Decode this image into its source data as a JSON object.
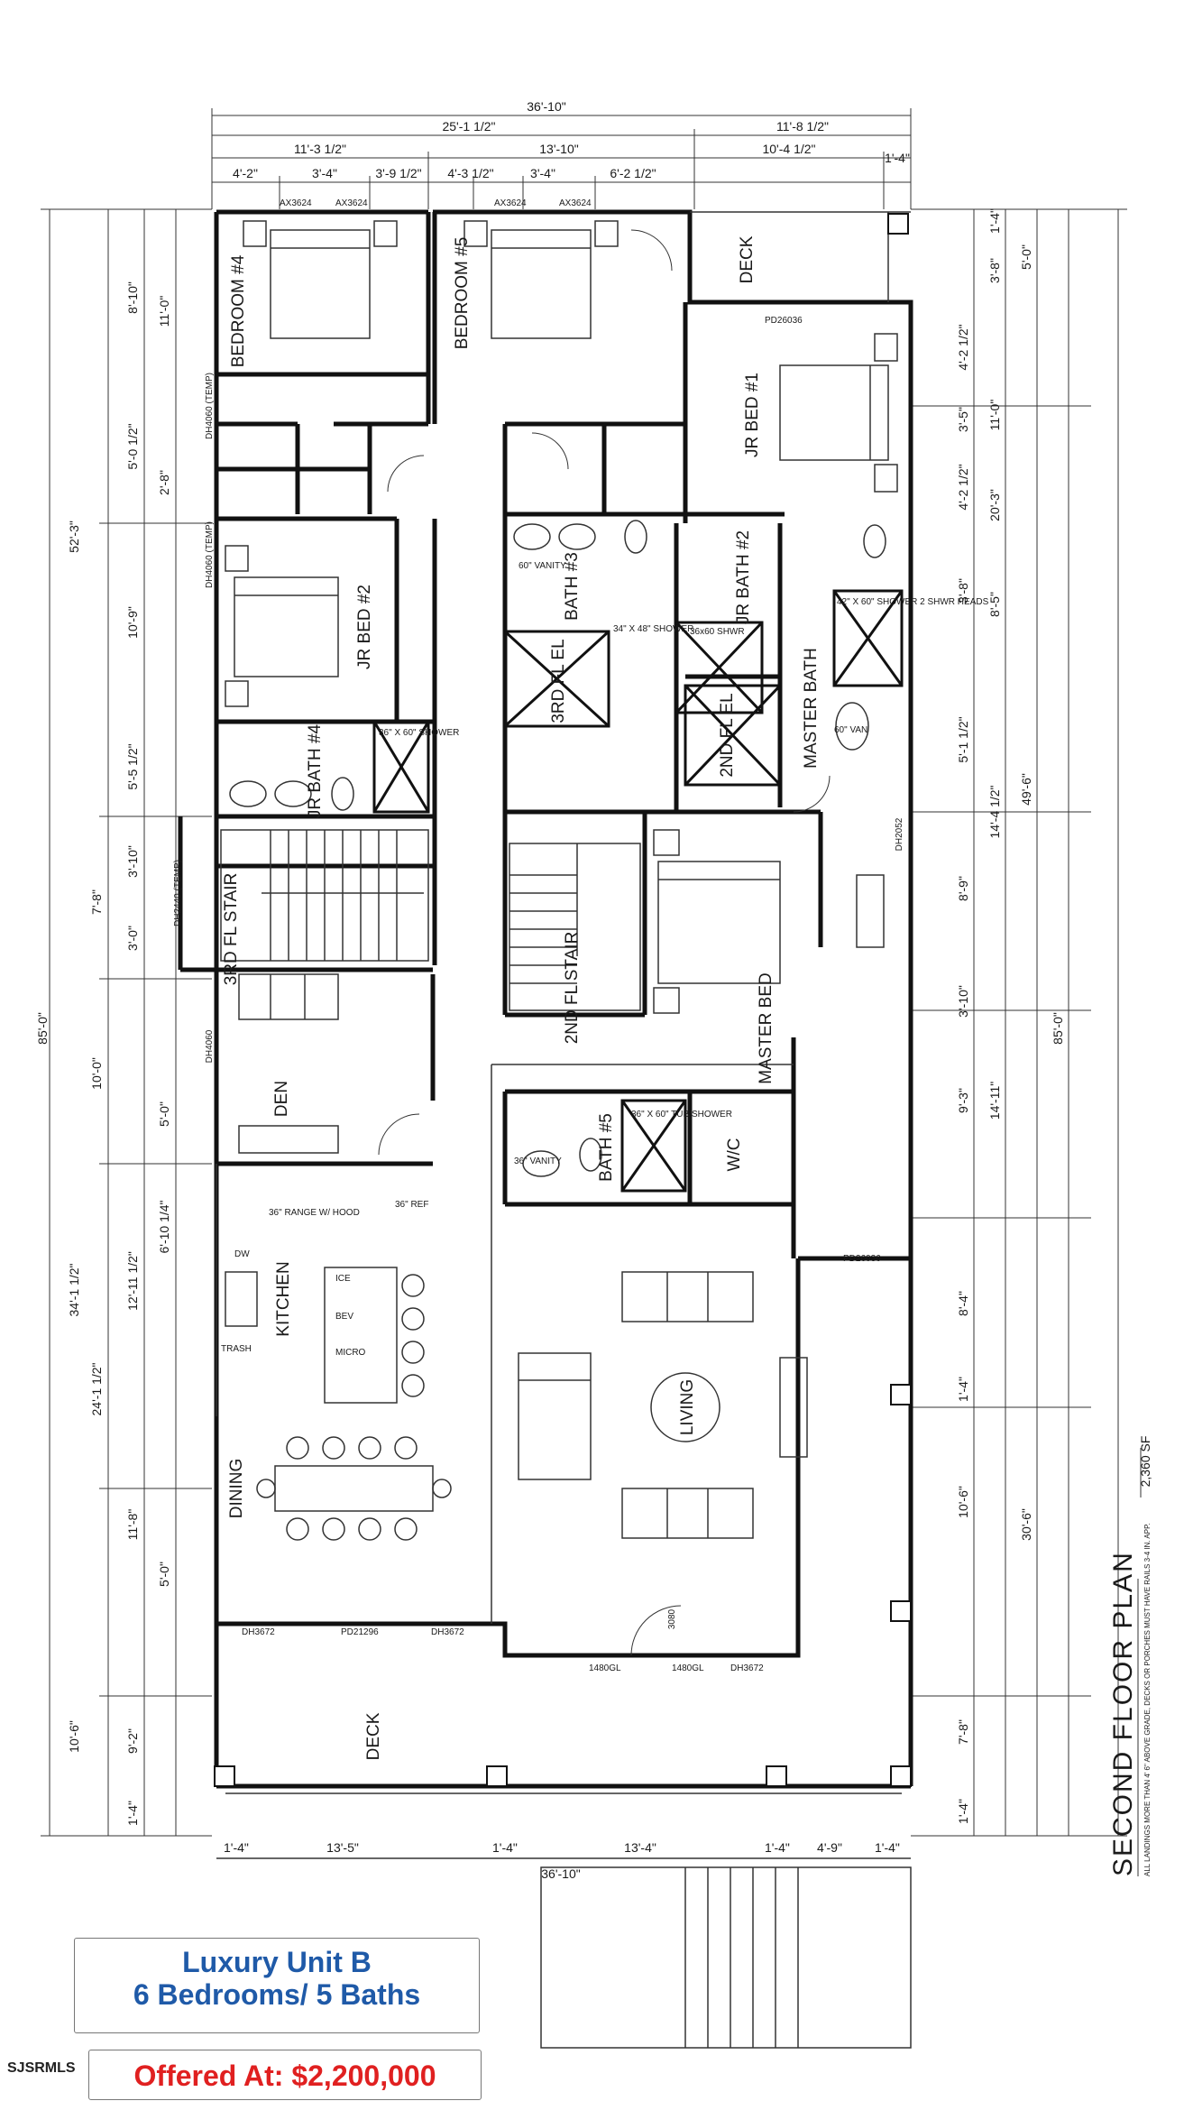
{
  "plan": {
    "title": "SECOND FLOOR PLAN",
    "area": "2,360 SF",
    "note": "ALL LANDINGS MORE THAN 4' 6\" ABOVE GRADE, DECKS OR PORCHES MUST HAVE RAILS 3-4 IN. APP.",
    "overall_width": "36'-10\"",
    "overall_depth": "85'-0\"",
    "top_dims": [
      "25'-1 1/2\"",
      "11'-8 1/2\"",
      "11'-3 1/2\"",
      "13'-10\"",
      "10'-4 1/2\"",
      "1'-4\"",
      "4'-2\"",
      "3'-4\"",
      "3'-9 1/2\"",
      "4'-3 1/2\"",
      "3'-4\"",
      "6'-2 1/2\""
    ],
    "bottom_dims": [
      "1'-4\"",
      "13'-5\"",
      "1'-4\"",
      "13'-4\"",
      "1'-4\"",
      "4'-9\"",
      "1'-4\""
    ],
    "left_dims": [
      "8'-10\"",
      "11'-0\"",
      "5'-0 1/2\"",
      "2'-8\"",
      "10'-9\"",
      "5'-5 1/2\"",
      "3'-10\"",
      "7'-8\"",
      "3'-0\"",
      "10'-0\"",
      "5'-0\"",
      "6'-10 1/4\"",
      "12'-11 1/2\"",
      "24'-1 1/2\"",
      "11'-8\"",
      "5'-0\"",
      "10'-6\"",
      "9'-2\"",
      "52'-3\"",
      "34'-1 1/2\"",
      "85'-0\"",
      "1'-4\""
    ],
    "right_dims": [
      "5'-0\"",
      "1'-4\"",
      "3'-8\"",
      "4'-2 1/2\"",
      "3'-5\"",
      "11'-0\"",
      "4'-2 1/2\"",
      "20'-3\"",
      "3'-8\"",
      "8'-5\"",
      "5'-1 1/2\"",
      "49'-6\"",
      "14'-4 1/2\"",
      "8'-9\"",
      "3'-10\"",
      "9'-3\"",
      "14'-11\"",
      "8'-4\"",
      "1'-4\"",
      "10'-6\"",
      "30'-6\"",
      "7'-8\"",
      "1'-4\"",
      "85'-0\""
    ],
    "rooms": [
      {
        "label": "BEDROOM #4"
      },
      {
        "label": "BEDROOM #5"
      },
      {
        "label": "DECK"
      },
      {
        "label": "JR BED #1"
      },
      {
        "label": "JR BED #2"
      },
      {
        "label": "BATH #3"
      },
      {
        "label": "JR BATH #2"
      },
      {
        "label": "3RD FL EL"
      },
      {
        "label": "2ND FL EL"
      },
      {
        "label": "MASTER BATH"
      },
      {
        "label": "JR BATH #4"
      },
      {
        "label": "3RD FL STAIR"
      },
      {
        "label": "2ND FL STAIR"
      },
      {
        "label": "MASTER BED"
      },
      {
        "label": "DEN"
      },
      {
        "label": "BATH #5"
      },
      {
        "label": "W/C"
      },
      {
        "label": "KITCHEN"
      },
      {
        "label": "DINING"
      },
      {
        "label": "LIVING"
      },
      {
        "label": "DECK"
      }
    ],
    "notes": [
      "AX3624",
      "AX3624",
      "AX3624",
      "AX3624",
      "PD26036",
      "DH4060 (TEMP)",
      "DH4060 (TEMP)",
      "60\" VANITY",
      "34\" X 48\" SHOWER",
      "36x60 SHWR",
      "42\" X 60\" SHOWER 2 SHWR HEADS",
      "36\" X 60\" SHOWER",
      "60\" VAN",
      "DH2440 (TEMP)",
      "DH4060",
      "36\" RANGE W/ HOOD",
      "36\" REF",
      "ICE",
      "BEV",
      "MICRO",
      "DW",
      "TRASH",
      "36\" VANITY",
      "36\" X 60\" TUB/SHOWER",
      "DH3672",
      "PD21296",
      "DH3672",
      "1480GL",
      "1480GL",
      "DH3672",
      "3080",
      "PD26036",
      "DH2052"
    ]
  },
  "promo": {
    "unit_line1": "Luxury Unit B",
    "unit_line2": "6 Bedrooms/ 5 Baths",
    "price": "Offered At: $2,200,000"
  },
  "watermark": "SJSRMLS"
}
